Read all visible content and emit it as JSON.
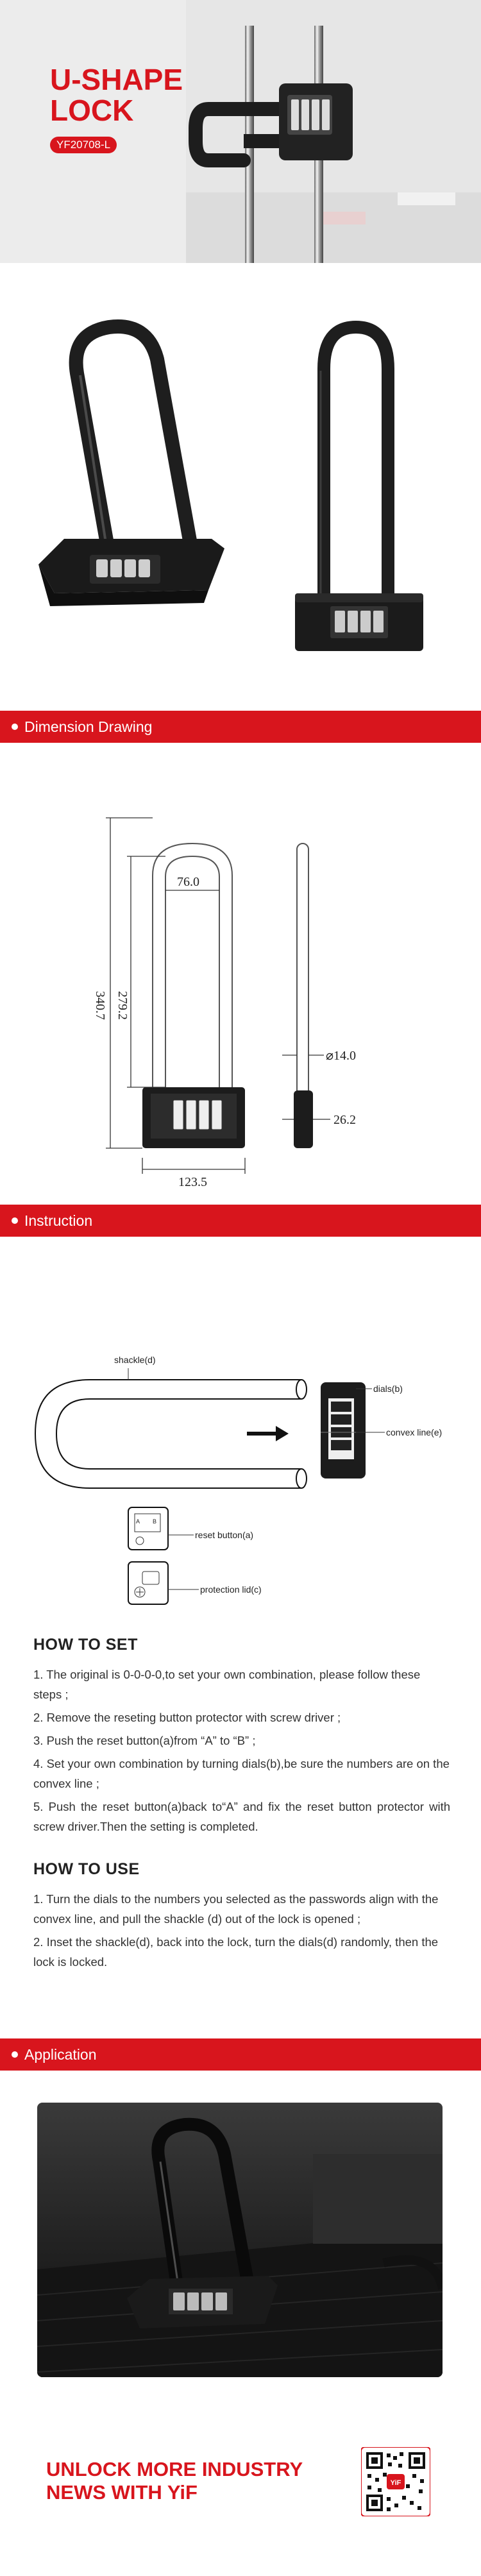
{
  "hero": {
    "title_line1": "U-SHAPE",
    "title_line2": "LOCK",
    "model": "YF20708-L"
  },
  "sections": {
    "dimension": "Dimension Drawing",
    "instruction": "Instruction",
    "application": "Application"
  },
  "dimensions": {
    "inner_width": "76.0",
    "inner_height": "279.2",
    "total_height": "340.7",
    "shackle_dia": "⌀14.0",
    "body_depth": "26.2",
    "body_width": "123.5"
  },
  "instruction_labels": {
    "shackle": "shackle(d)",
    "dials": "dials(b)",
    "convex_line": "convex line(e)",
    "reset_button": "reset button(a)",
    "protection_lid": "protection lid(c)",
    "reset_a": "A",
    "reset_b": "B"
  },
  "how_to_set": {
    "title": "HOW TO SET",
    "steps": [
      "1. The original is 0-0-0-0,to set your own combination, please follow these steps ;",
      "2. Remove the reseting button protector with screw driver ;",
      "3. Push the reset button(a)from  “A” to “B” ;",
      "4. Set your own combination by turning dials(b),be sure the numbers are on the convex line ;",
      "5. Push the reset button(a)back to“A” and fix the reset button protector with screw driver.Then the setting is completed."
    ]
  },
  "how_to_use": {
    "title": "HOW TO USE",
    "steps": [
      "1. Turn the dials to the numbers you selected as the passwords align with the convex line, and pull the shackle (d) out of the lock is opened ;",
      "2. Inset the shackle(d), back into the lock, turn the dials(d) randomly, then the lock is locked."
    ]
  },
  "footer": {
    "line1": "UNLOCK MORE INDUSTRY",
    "line2": "NEWS WITH YiF",
    "qr_label": "YiF"
  },
  "colors": {
    "brand_red": "#d8151d",
    "lock_black": "#1e1e1e"
  }
}
